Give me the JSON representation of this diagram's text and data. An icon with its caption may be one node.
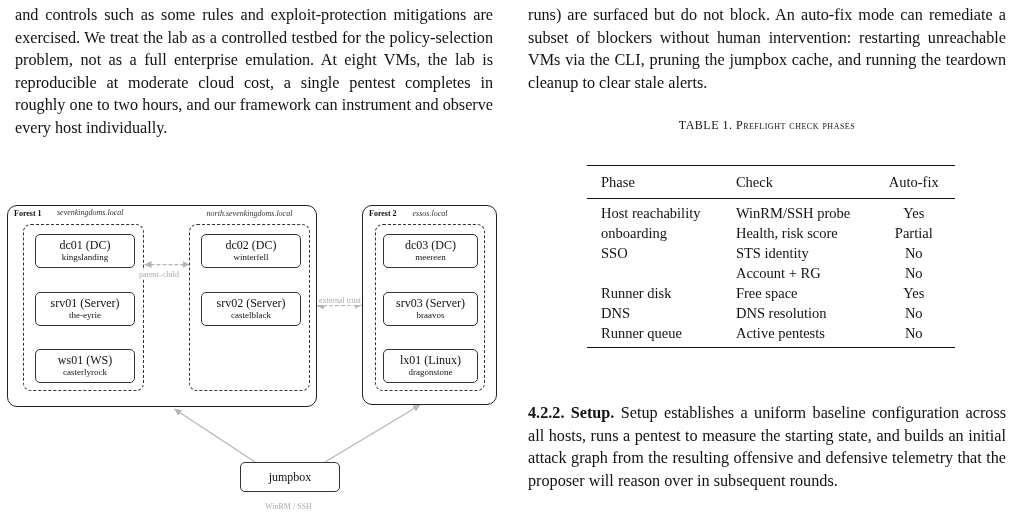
{
  "diagram": {
    "nodes": [
      {
        "text": [
          "Forest 1"
        ]
      },
      {
        "text": [
          "sevenkingdoms.local"
        ],
        "in": 0
      },
      {
        "text": [
          "dc01 (DC)",
          "kingslanding"
        ],
        "in": 1
      },
      {
        "text": [
          "srv01 (Server)",
          "the-eyrie"
        ],
        "in": 1
      },
      {
        "text": [
          "ws01 (WS)",
          "casterlyrock"
        ],
        "in": 1
      },
      {
        "text": [
          "north.sevenkingdoms.local"
        ],
        "in": 0
      },
      {
        "text": [
          "dc02 (DC)",
          "winterfell"
        ],
        "in": 5
      },
      {
        "text": [
          "srv02 (Server)",
          "castelblack"
        ],
        "in": 5
      },
      {
        "text": [
          "Forest 2"
        ]
      },
      {
        "text": [
          "essos.local"
        ],
        "in": 8
      },
      {
        "text": [
          "dc03 (DC)",
          "meereen"
        ],
        "in": 9
      },
      {
        "text": [
          "srv03 (Server)",
          "braavos"
        ],
        "in": 9
      },
      {
        "text": [
          "lx01 (Linux)",
          "dragonstone"
        ],
        "in": 9
      },
      {
        "text": [
          "jumpbox"
        ],
        "beside": [
          "WinRM / SSH"
        ]
      }
    ],
    "edges": [
      {
        "from": 1,
        "to": 5,
        "arrow": "both",
        "label": "parent–child",
        "style": "dashed"
      },
      {
        "from": 0,
        "to": 8,
        "arrow": "both",
        "label": "external trust",
        "style": "dashed"
      },
      {
        "from": 13,
        "to": 0,
        "arrow": "to"
      },
      {
        "from": 13,
        "to": 8,
        "arrow": "to"
      }
    ],
    "labels": [
      "and controls such as some rules and exploit-protection mitigations are exercised. We treat the lab as a controlled testbed for the policy-selection problem, not as a full enterprise emulation. At eight VMs, the lab is reproducible at moderate cloud cost, a single pentest completes in roughly one to two hours, and our framework can instrument and observe every host individually.",
      "runs) are surfaced but do not block. An auto-fix mode can remediate a subset of blockers without human intervention: restarting unreachable VMs via the CLI, pruning the jumpbox cache, and running the teardown cleanup to clear stale alerts.",
      "TABLE 1. Preflight check phases",
      "Phase",
      "Check",
      "Auto-fix",
      "Host reachability",
      "WinRM/SSH probe",
      "Yes",
      "onboarding",
      "Health, risk score",
      "Partial",
      "SSO",
      "STS identity",
      "No",
      "Account + RG",
      "No",
      "Runner disk",
      "Free space",
      "Yes",
      "DNS",
      "DNS resolution",
      "No",
      "Runner queue",
      "Active pentests",
      "No",
      "**4.2.2. Setup.** Setup establishes a uniform baseline configuration across all hosts, runs a pentest to measure the starting state, and builds an initial attack graph from the resulting offensive and defensive telemetry that the proposer will reason over in subsequent rounds."
    ]
  }
}
